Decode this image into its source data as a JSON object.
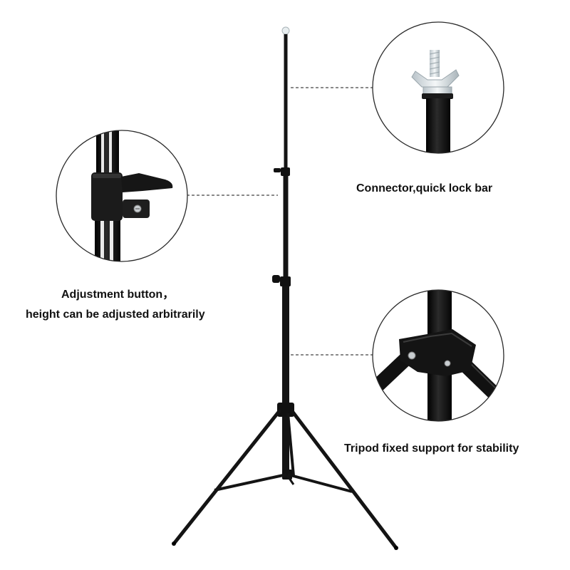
{
  "captions": {
    "connector": "Connector,quick lock bar",
    "adjustment_line1": "Adjustment button，",
    "adjustment_line2": "height can be adjusted arbitrarily",
    "tripod": "Tripod fixed support for stability"
  },
  "colors": {
    "background": "#ffffff",
    "stand": "#141414",
    "circle_border": "#2a2a2a",
    "leader_line": "#444444",
    "text": "#111111"
  }
}
